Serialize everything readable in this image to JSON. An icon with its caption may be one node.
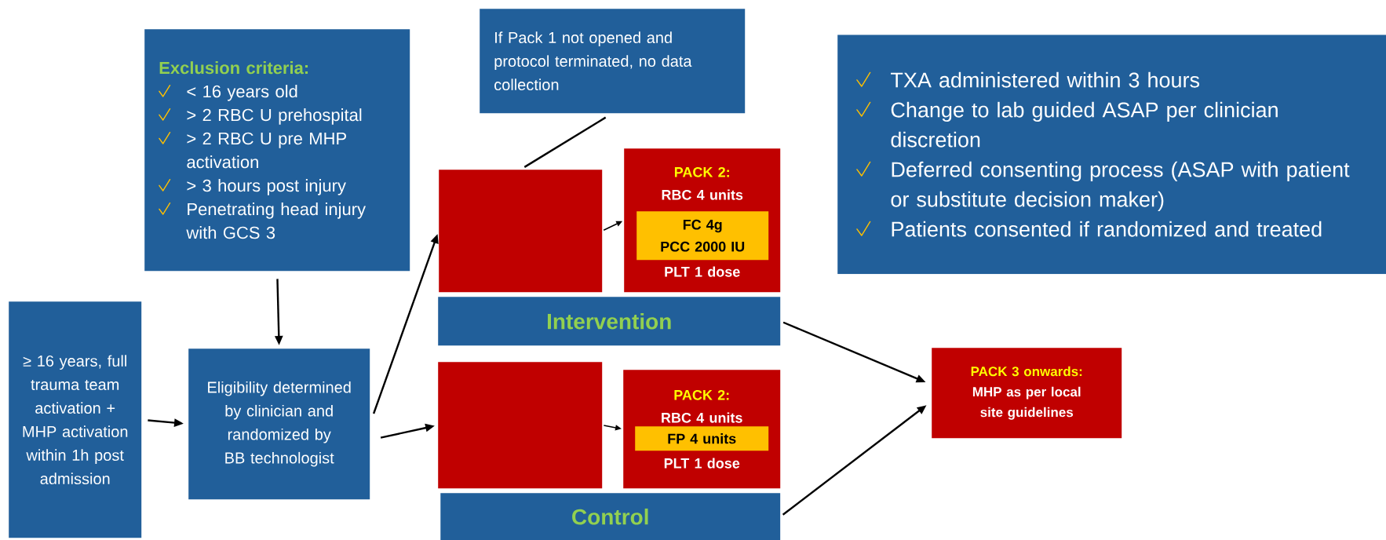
{
  "diagram": {
    "nodes": [
      {
        "text": [
          "≥ 16 years, full trauma team activation + MHP activation within 1h post admission"
        ]
      },
      {
        "text": [
          "Exclusion criteria:",
          "< 16 years old",
          "> 2 RBC U prehospital",
          "> 2 RBC U pre MHP activation",
          "> 3 hours post injury",
          "Penetrating head injury with GCS 3"
        ]
      },
      {
        "text": [
          "Eligibility determined by clinician and randomized by BB technologist"
        ]
      },
      {
        "text": [
          "If Pack 1 not opened and protocol terminated, no data collection"
        ]
      },
      {
        "text": [],
        "shape": "box"
      },
      {
        "text": [
          "PACK 2:",
          "RBC 4 units",
          "PLT 1 dose"
        ]
      },
      {
        "text": [
          "FC 4g",
          "PCC 2000 IU"
        ],
        "in": 5
      },
      {
        "text": [
          "Intervention"
        ]
      },
      {
        "text": [],
        "shape": "box"
      },
      {
        "text": [
          "PACK 2:",
          "RBC 4 units",
          "PLT 1 dose"
        ]
      },
      {
        "text": [
          "FP 4 units"
        ],
        "in": 9
      },
      {
        "text": [
          "Control"
        ]
      },
      {
        "text": [
          "TXA administered within 3 hours",
          "Change to lab guided ASAP per clinician discretion",
          "Deferred consenting process (ASAP with patient or substitute decision maker)",
          "Patients consented if randomized and treated"
        ]
      },
      {
        "text": [
          "PACK 3 onwards:",
          "MHP as per local site guidelines"
        ]
      }
    ],
    "edges": [
      {
        "from": 0,
        "to": 2,
        "arrow": "to"
      },
      {
        "from": 1,
        "to": 2,
        "arrow": "to"
      },
      {
        "from": 2,
        "to": 4,
        "arrow": "to"
      },
      {
        "from": 2,
        "to": 8,
        "arrow": "to"
      },
      {
        "from": 3,
        "to": 4,
        "arrow": "none"
      },
      {
        "from": 4,
        "to": 5,
        "arrow": "to"
      },
      {
        "from": 8,
        "to": 9,
        "arrow": "to"
      },
      {
        "from": 7,
        "to": 13,
        "arrow": "to"
      },
      {
        "from": 11,
        "to": 13,
        "arrow": "to"
      }
    ]
  }
}
